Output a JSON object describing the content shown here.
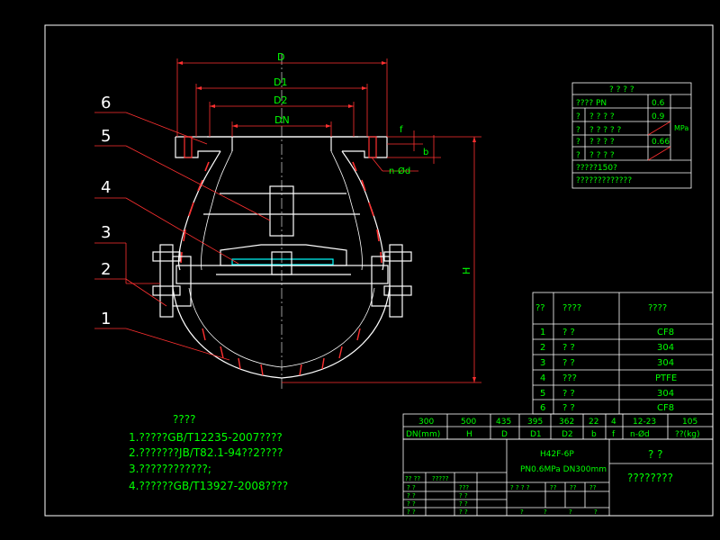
{
  "dimensions": {
    "d": "D",
    "d1": "D1",
    "d2": "D2",
    "dn": "DN",
    "f": "f",
    "b": "b",
    "n_phi_d": "n-Ød",
    "h": "H"
  },
  "part_labels": [
    "6",
    "5",
    "4",
    "3",
    "2",
    "1"
  ],
  "pressure_table": {
    "title": "? ? ? ?",
    "header_left": "???? PN",
    "header_right": "0.6",
    "rows": [
      {
        "c1": "?",
        "c2": "? ? ? ?",
        "c3": "0.9"
      },
      {
        "c1": "?",
        "c2": "? ? ? ? ?",
        "c3": ""
      },
      {
        "c1": "?",
        "c2": "? ? ? ?",
        "c3": "0.66"
      },
      {
        "c1": "?",
        "c2": "? ? ? ?",
        "c3": ""
      }
    ],
    "unit": "MPa",
    "row_note1": "?????150?",
    "row_note2": "?????????????"
  },
  "parts_table": {
    "headers": [
      "??",
      "????",
      "????"
    ],
    "rows": [
      {
        "no": "1",
        "name": "? ?",
        "material": "CF8"
      },
      {
        "no": "2",
        "name": "? ?",
        "material": "304"
      },
      {
        "no": "3",
        "name": "? ?",
        "material": "304"
      },
      {
        "no": "4",
        "name": "???",
        "material": "PTFE"
      },
      {
        "no": "5",
        "name": "? ?",
        "material": "304"
      },
      {
        "no": "6",
        "name": "? ?",
        "material": "CF8"
      }
    ]
  },
  "dim_table": {
    "values": [
      "300",
      "500",
      "435",
      "395",
      "362",
      "22",
      "4",
      "12-23",
      "105"
    ],
    "headers": [
      "DN(mm)",
      "H",
      "D",
      "D1",
      "D2",
      "b",
      "f",
      "n-Ød",
      "??(kg)"
    ]
  },
  "notes": {
    "title": "????",
    "lines": [
      "1.?????GB/T12235-2007????",
      "2.???????JB/T82.1-94??2????",
      "3.????????????;",
      "4.??????GB/T13927-2008????"
    ]
  },
  "title_block": {
    "model": "H42F-6P",
    "spec": "PN0.6MPa  DN300mm",
    "name": "? ?",
    "company": "????????",
    "r1": [
      "?? ??",
      "?????"
    ],
    "r2": [
      "? ?",
      "???"
    ],
    "r3": [
      "? ?",
      "? ?"
    ],
    "r4": [
      "? ?",
      "? ?"
    ],
    "r5": [
      "? ?",
      "? ?"
    ],
    "mid": [
      "? ? ? ?",
      "??",
      "??",
      "??"
    ],
    "bottom": [
      "?",
      "?",
      "?",
      "?"
    ]
  },
  "colors": {
    "line": "#ffffff",
    "text_green": "#00ff00",
    "body_red": "#ff3030",
    "dim_red": "#ff3030",
    "hatch": "#00ffff",
    "accent_red": "#ff0000"
  }
}
